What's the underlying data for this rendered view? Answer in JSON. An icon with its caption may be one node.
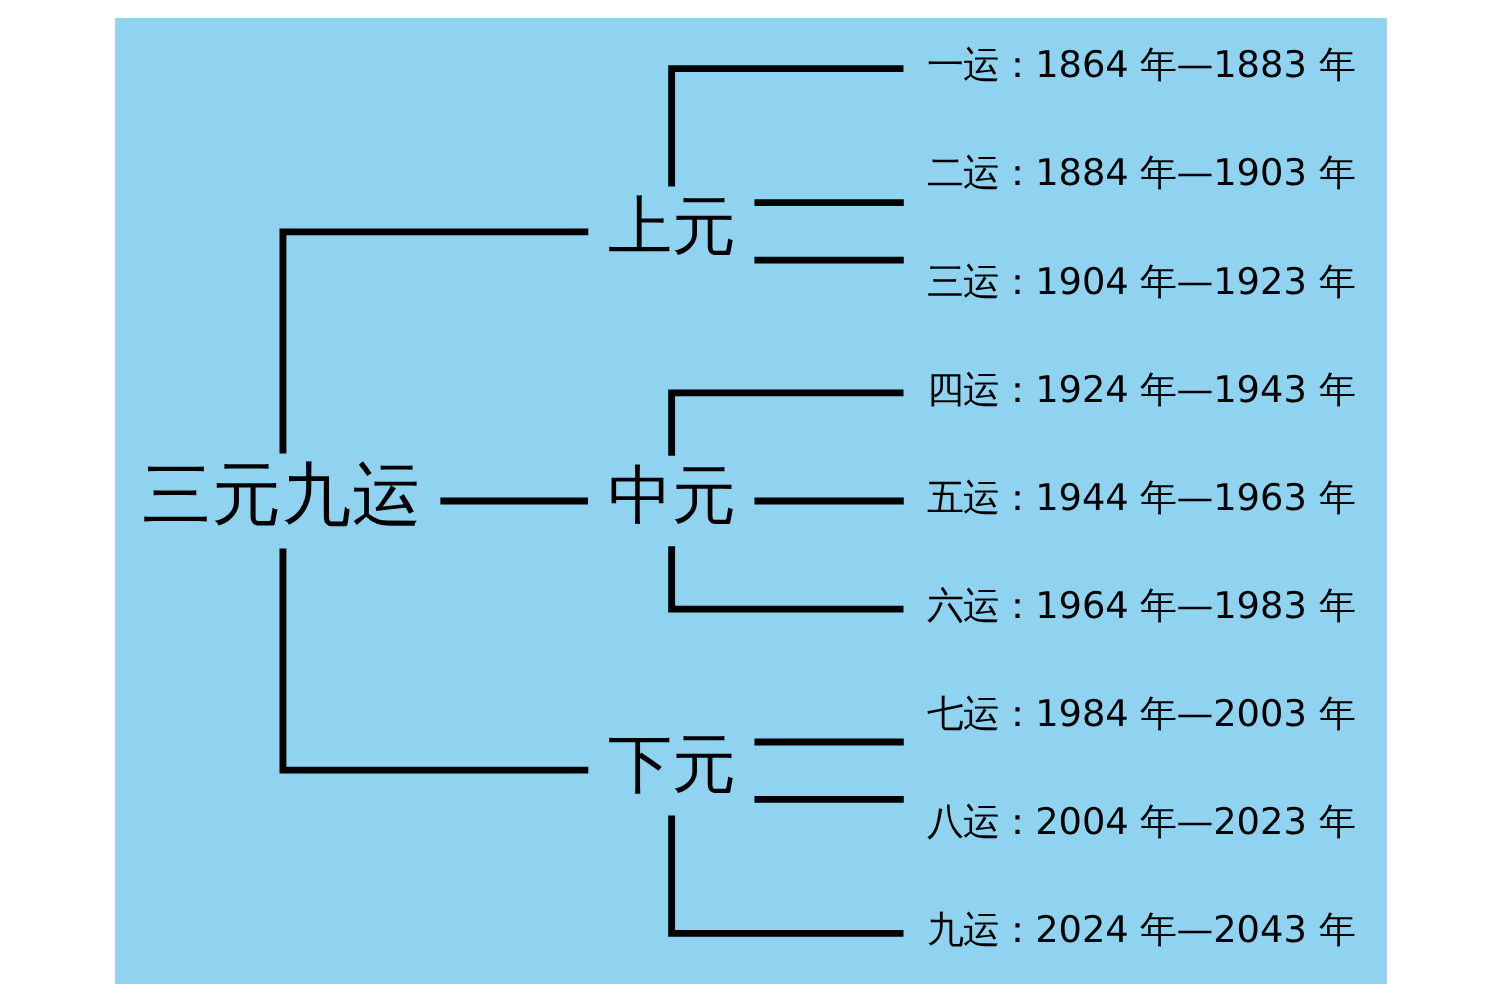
{
  "diagram": {
    "nodes": [
      {
        "text": [
          "三元九运"
        ]
      },
      {
        "text": [
          "上元"
        ]
      },
      {
        "text": [
          "中元"
        ]
      },
      {
        "text": [
          "下元"
        ]
      },
      {
        "text": [
          "一运：1864 年—1883 年"
        ]
      },
      {
        "text": [
          "二运：1884 年—1903 年"
        ]
      },
      {
        "text": [
          "三运：1904 年—1923 年"
        ]
      },
      {
        "text": [
          "四运：1924 年—1943 年"
        ]
      },
      {
        "text": [
          "五运：1944 年—1963 年"
        ]
      },
      {
        "text": [
          "六运：1964 年—1983 年"
        ]
      },
      {
        "text": [
          "七运：1984 年—2003 年"
        ]
      },
      {
        "text": [
          "八运：2004 年—2023 年"
        ]
      },
      {
        "text": [
          "九运：2024 年—2043 年"
        ]
      }
    ],
    "edges": [
      {
        "from": 0,
        "to": 1,
        "arrow": "none"
      },
      {
        "from": 0,
        "to": 2,
        "arrow": "none"
      },
      {
        "from": 0,
        "to": 3,
        "arrow": "none"
      },
      {
        "from": 1,
        "to": 4,
        "arrow": "none"
      },
      {
        "from": 1,
        "to": 5,
        "arrow": "none"
      },
      {
        "from": 1,
        "to": 6,
        "arrow": "none"
      },
      {
        "from": 2,
        "to": 7,
        "arrow": "none"
      },
      {
        "from": 2,
        "to": 8,
        "arrow": "none"
      },
      {
        "from": 2,
        "to": 9,
        "arrow": "none"
      },
      {
        "from": 3,
        "to": 10,
        "arrow": "none"
      },
      {
        "from": 3,
        "to": 11,
        "arrow": "none"
      },
      {
        "from": 3,
        "to": 12,
        "arrow": "none"
      }
    ]
  }
}
